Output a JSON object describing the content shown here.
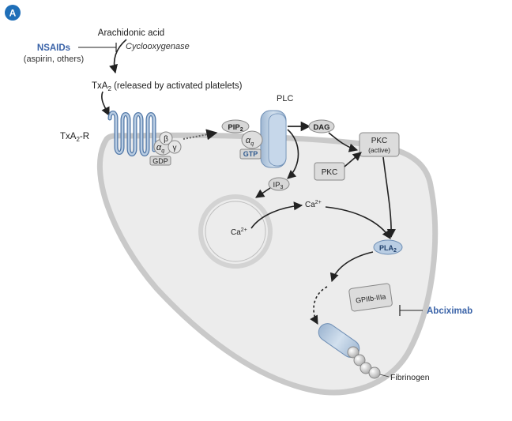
{
  "panel_label": "A",
  "labels": {
    "arachidonic_acid": "Arachidonic acid",
    "nsaids": "NSAIDs",
    "nsaids_examples": "(aspirin, others)",
    "cyclooxygenase": "Cyclooxygenase",
    "txa2_prefix": "TxA",
    "txa2_sub": "2",
    "txa2_suffix": " (released by activated platelets)",
    "txa2r_prefix": "TxA",
    "txa2r_sub": "2",
    "txa2r_suffix": "-R",
    "beta": "β",
    "gamma": "γ",
    "alpha": "α",
    "alpha_sub": "q",
    "gdp": "GDP",
    "plc": "PLC",
    "pip_prefix": "PIP",
    "pip_sub": "2",
    "gtp": "GTP",
    "dag": "DAG",
    "ip_prefix": "IP",
    "ip_sub": "3",
    "pkc": "PKC",
    "pkc_active_line1": "PKC",
    "pkc_active_line2": "(active)",
    "ca_er_prefix": "Ca",
    "ca_er_sup": "2+",
    "ca_cyto_prefix": "Ca",
    "ca_cyto_sup": "2+",
    "pla_prefix": "PLA",
    "pla_sub": "2",
    "gp": "GPIIb-IIIa",
    "abciximab": "Abciximab",
    "fibrinogen": "Fibrinogen"
  },
  "colors": {
    "drug": "#3a63a8",
    "cell_fill": "#ececec",
    "cell_stroke": "#c9c9c9",
    "protein_blue": "#b9cde3",
    "protein_stroke": "#6f8fb5",
    "gray_box": "#dcdcdc",
    "panel_badge": "#1f6fb8"
  }
}
